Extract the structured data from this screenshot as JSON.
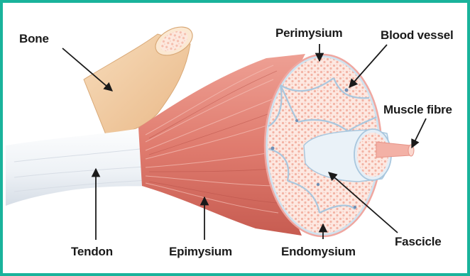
{
  "labels": {
    "bone": "Bone",
    "perimysium": "Perimysium",
    "blood_vessel": "Blood vessel",
    "muscle_fibre": "Muscle fibre",
    "tendon": "Tendon",
    "epimysium": "Epimysium",
    "endomysium": "Endomysium",
    "fascicle": "Fascicle"
  },
  "colors": {
    "border": "#19b39b",
    "muscle": "#e88c80",
    "muscle_dark": "#c9584c",
    "bone": "#f4cfa5",
    "tendon": "#eef1f4",
    "fascicle_fill": "#fde6df",
    "connective": "#cfe2ef",
    "label_text": "#1a1a1a"
  }
}
